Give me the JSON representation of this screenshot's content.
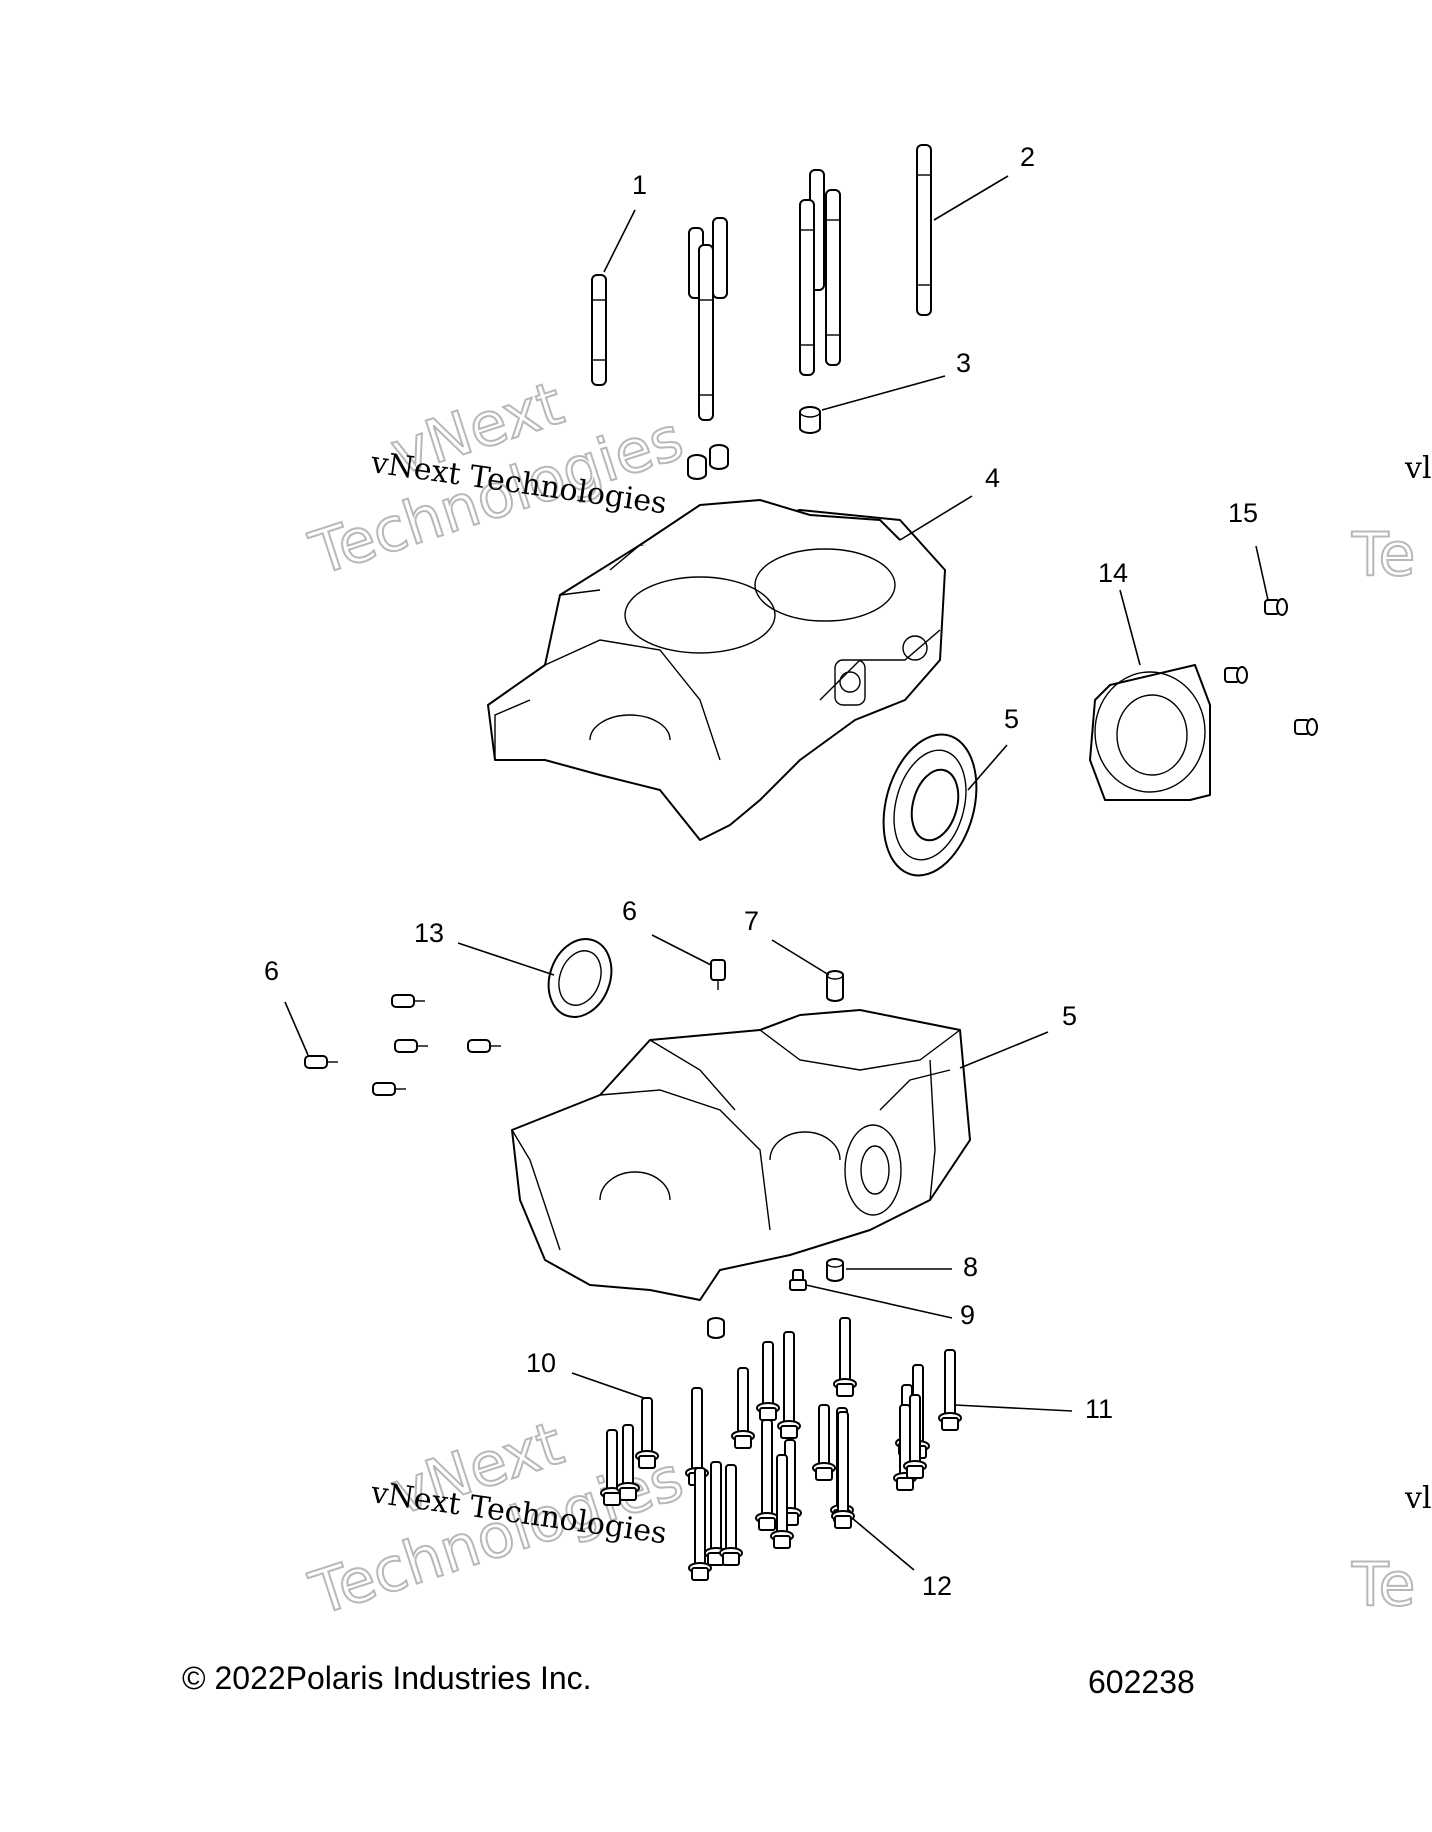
{
  "callouts": [
    "1",
    "2",
    "3",
    "4",
    "5",
    "5",
    "6",
    "6",
    "7",
    "8",
    "9",
    "10",
    "11",
    "12",
    "13",
    "14",
    "15"
  ],
  "watermark": {
    "line_small": "vNext Technologies",
    "big_1": "vNext",
    "big_2": "Technologies",
    "edge_small": "vl",
    "edge_big": "Te"
  },
  "footer": {
    "copyright": "© 2022Polaris Industries Inc.",
    "drawing_number": "602238"
  }
}
